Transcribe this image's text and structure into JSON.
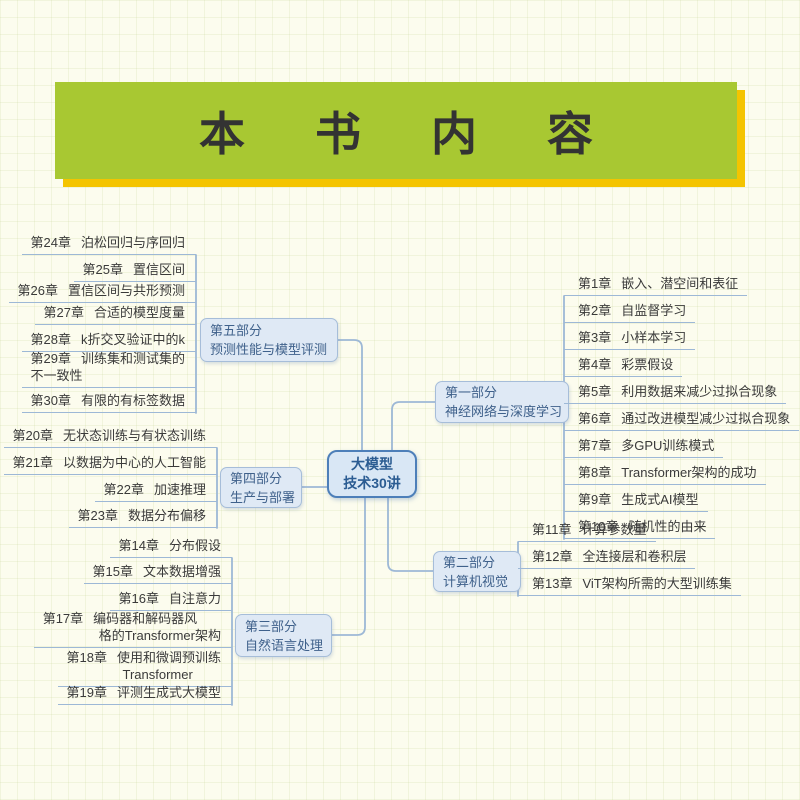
{
  "header": {
    "title": "本　书　内　容"
  },
  "center": {
    "line1": "大模型",
    "line2": "技术30讲"
  },
  "colors": {
    "banner_green": "#a8c832",
    "banner_shadow_yellow": "#f4c400",
    "banner_text": "#333333",
    "node_fill": "#dfe9f5",
    "node_border": "#a6bdd9",
    "center_fill": "#d9e7f5",
    "center_border": "#4d7fb9",
    "center_text": "#2b5c92",
    "connector_line": "#9db8d6",
    "chapter_text": "#3a3a3a",
    "background": "#fcfcee"
  },
  "parts": [
    {
      "name": "第一部分",
      "topic": "神经网络与深度学习",
      "chapters": [
        {
          "num": "第1章",
          "title": "嵌入、潜空间和表征"
        },
        {
          "num": "第2章",
          "title": "自监督学习"
        },
        {
          "num": "第3章",
          "title": "小样本学习"
        },
        {
          "num": "第4章",
          "title": "彩票假设"
        },
        {
          "num": "第5章",
          "title": "利用数据来减少过拟合现象"
        },
        {
          "num": "第6章",
          "title": "通过改进模型减少过拟合现象"
        },
        {
          "num": "第7章",
          "title": "多GPU训练模式"
        },
        {
          "num": "第8章",
          "title": "Transformer架构的成功"
        },
        {
          "num": "第9章",
          "title": "生成式AI模型"
        },
        {
          "num": "第10章",
          "title": "随机性的由来"
        }
      ]
    },
    {
      "name": "第二部分",
      "topic": "计算机视觉",
      "chapters": [
        {
          "num": "第11章",
          "title": "计算参数量"
        },
        {
          "num": "第12章",
          "title": "全连接层和卷积层"
        },
        {
          "num": "第13章",
          "title": "ViT架构所需的大型训练集"
        }
      ]
    },
    {
      "name": "第三部分",
      "topic": "自然语言处理",
      "chapters": [
        {
          "num": "第14章",
          "title": "分布假设"
        },
        {
          "num": "第15章",
          "title": "文本数据增强"
        },
        {
          "num": "第16章",
          "title": "自注意力"
        },
        {
          "num": "第17章",
          "title": "编码器和解码器风",
          "title2": "格的Transformer架构"
        },
        {
          "num": "第18章",
          "title": "使用和微调预训练",
          "title2": "Transformer"
        },
        {
          "num": "第19章",
          "title": "评测生成式大模型"
        }
      ]
    },
    {
      "name": "第四部分",
      "topic": "生产与部署",
      "chapters": [
        {
          "num": "第20章",
          "title": "无状态训练与有状态训练"
        },
        {
          "num": "第21章",
          "title": "以数据为中心的人工智能"
        },
        {
          "num": "第22章",
          "title": "加速推理"
        },
        {
          "num": "第23章",
          "title": "数据分布偏移"
        }
      ]
    },
    {
      "name": "第五部分",
      "topic": "预测性能与模型评测",
      "chapters": [
        {
          "num": "第24章",
          "title": "泊松回归与序回归"
        },
        {
          "num": "第25章",
          "title": "置信区间"
        },
        {
          "num": "第26章",
          "title": "置信区间与共形预测"
        },
        {
          "num": "第27章",
          "title": "合适的模型度量"
        },
        {
          "num": "第28章",
          "title": "k折交叉验证中的k"
        },
        {
          "num": "第29章",
          "title": "训练集和测试集的",
          "title2": "不一致性"
        },
        {
          "num": "第30章",
          "title": "有限的有标签数据"
        }
      ]
    }
  ]
}
